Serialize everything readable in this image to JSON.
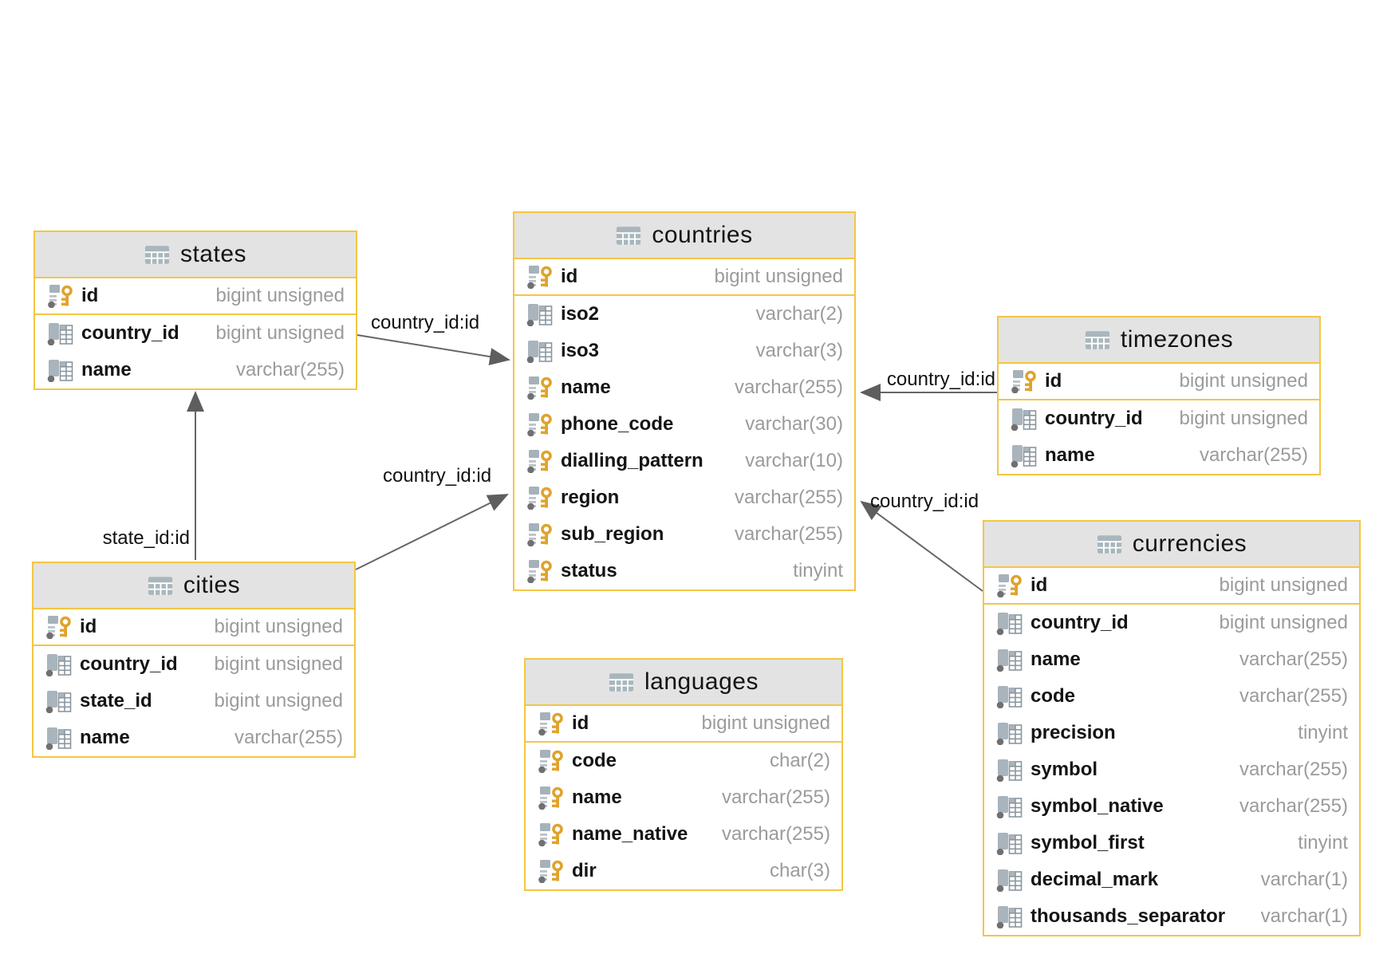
{
  "tables": [
    {
      "key": "states",
      "title": "states",
      "columns": [
        {
          "name": "id",
          "type": "bigint unsigned",
          "icon": "key",
          "pk": true
        },
        {
          "name": "country_id",
          "type": "bigint unsigned",
          "icon": "column"
        },
        {
          "name": "name",
          "type": "varchar(255)",
          "icon": "column"
        }
      ]
    },
    {
      "key": "cities",
      "title": "cities",
      "columns": [
        {
          "name": "id",
          "type": "bigint unsigned",
          "icon": "key",
          "pk": true
        },
        {
          "name": "country_id",
          "type": "bigint unsigned",
          "icon": "column"
        },
        {
          "name": "state_id",
          "type": "bigint unsigned",
          "icon": "column"
        },
        {
          "name": "name",
          "type": "varchar(255)",
          "icon": "column"
        }
      ]
    },
    {
      "key": "countries",
      "title": "countries",
      "columns": [
        {
          "name": "id",
          "type": "bigint unsigned",
          "icon": "key",
          "pk": true
        },
        {
          "name": "iso2",
          "type": "varchar(2)",
          "icon": "column"
        },
        {
          "name": "iso3",
          "type": "varchar(3)",
          "icon": "column"
        },
        {
          "name": "name",
          "type": "varchar(255)",
          "icon": "key"
        },
        {
          "name": "phone_code",
          "type": "varchar(30)",
          "icon": "key"
        },
        {
          "name": "dialling_pattern",
          "type": "varchar(10)",
          "icon": "key"
        },
        {
          "name": "region",
          "type": "varchar(255)",
          "icon": "key"
        },
        {
          "name": "sub_region",
          "type": "varchar(255)",
          "icon": "key"
        },
        {
          "name": "status",
          "type": "tinyint",
          "icon": "key"
        }
      ]
    },
    {
      "key": "timezones",
      "title": "timezones",
      "columns": [
        {
          "name": "id",
          "type": "bigint unsigned",
          "icon": "key",
          "pk": true
        },
        {
          "name": "country_id",
          "type": "bigint unsigned",
          "icon": "column"
        },
        {
          "name": "name",
          "type": "varchar(255)",
          "icon": "column"
        }
      ]
    },
    {
      "key": "currencies",
      "title": "currencies",
      "columns": [
        {
          "name": "id",
          "type": "bigint unsigned",
          "icon": "key",
          "pk": true
        },
        {
          "name": "country_id",
          "type": "bigint unsigned",
          "icon": "column"
        },
        {
          "name": "name",
          "type": "varchar(255)",
          "icon": "column"
        },
        {
          "name": "code",
          "type": "varchar(255)",
          "icon": "column"
        },
        {
          "name": "precision",
          "type": "tinyint",
          "icon": "column"
        },
        {
          "name": "symbol",
          "type": "varchar(255)",
          "icon": "column"
        },
        {
          "name": "symbol_native",
          "type": "varchar(255)",
          "icon": "column"
        },
        {
          "name": "symbol_first",
          "type": "tinyint",
          "icon": "column"
        },
        {
          "name": "decimal_mark",
          "type": "varchar(1)",
          "icon": "column"
        },
        {
          "name": "thousands_separator",
          "type": "varchar(1)",
          "icon": "column"
        }
      ]
    },
    {
      "key": "languages",
      "title": "languages",
      "columns": [
        {
          "name": "id",
          "type": "bigint unsigned",
          "icon": "key",
          "pk": true
        },
        {
          "name": "code",
          "type": "char(2)",
          "icon": "key"
        },
        {
          "name": "name",
          "type": "varchar(255)",
          "icon": "key"
        },
        {
          "name": "name_native",
          "type": "varchar(255)",
          "icon": "key"
        },
        {
          "name": "dir",
          "type": "char(3)",
          "icon": "key"
        }
      ]
    }
  ],
  "relations": [
    {
      "label": "country_id:id",
      "from": "states",
      "to": "countries"
    },
    {
      "label": "state_id:id",
      "from": "cities",
      "to": "states"
    },
    {
      "label": "country_id:id",
      "from": "cities",
      "to": "countries"
    },
    {
      "label": "country_id:id",
      "from": "timezones",
      "to": "countries"
    },
    {
      "label": "country_id:id",
      "from": "currencies",
      "to": "countries"
    }
  ],
  "icons": {
    "table": "table-icon",
    "key": "key-icon",
    "column": "column-icon"
  },
  "colors": {
    "table_border": "#F3C644",
    "header_bg": "#E3E3E3",
    "row_bg": "#FFFFFF",
    "column_name_text": "#141414",
    "column_type_text": "#9B9B9B",
    "relation_line": "#666666",
    "relation_arrowhead": "#5E5E5E",
    "relation_label_text": "#111111",
    "key_icon_color": "#DFA32C",
    "column_icon_color": "#A9B4BC",
    "canvas_bg": "#FFFFFF"
  }
}
